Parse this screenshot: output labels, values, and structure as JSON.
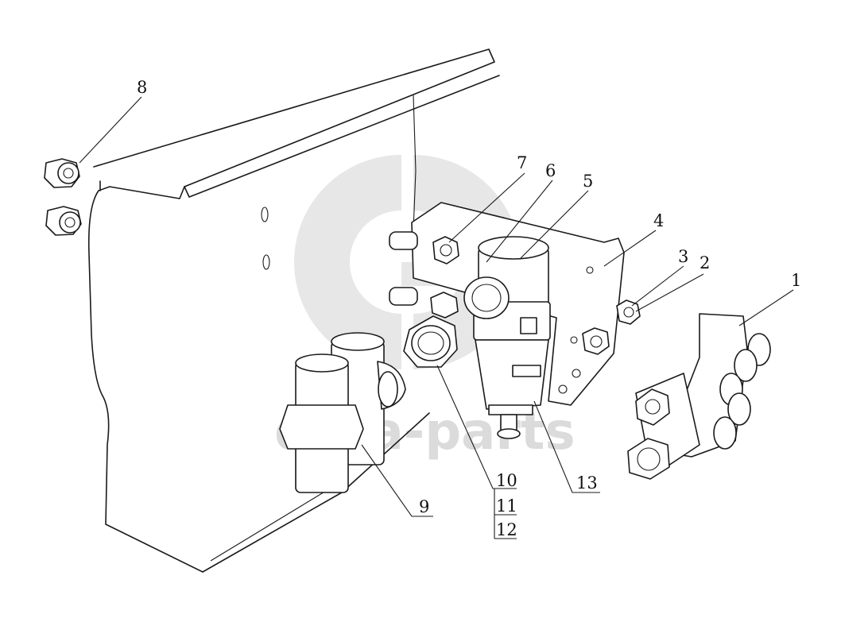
{
  "diagram": {
    "callouts": [
      {
        "id": "1",
        "label": "1"
      },
      {
        "id": "2",
        "label": "2"
      },
      {
        "id": "3",
        "label": "3"
      },
      {
        "id": "4",
        "label": "4"
      },
      {
        "id": "5",
        "label": "5"
      },
      {
        "id": "6",
        "label": "6"
      },
      {
        "id": "7",
        "label": "7"
      },
      {
        "id": "8",
        "label": "8"
      },
      {
        "id": "9",
        "label": "9"
      },
      {
        "id": "10",
        "label": "10"
      },
      {
        "id": "11",
        "label": "11"
      },
      {
        "id": "12",
        "label": "12"
      },
      {
        "id": "13",
        "label": "13"
      }
    ]
  },
  "watermark": {
    "text": "data-parts",
    "color": "#cfcfcf"
  },
  "colors": {
    "line": "#1a1a1a",
    "background": "#ffffff"
  }
}
